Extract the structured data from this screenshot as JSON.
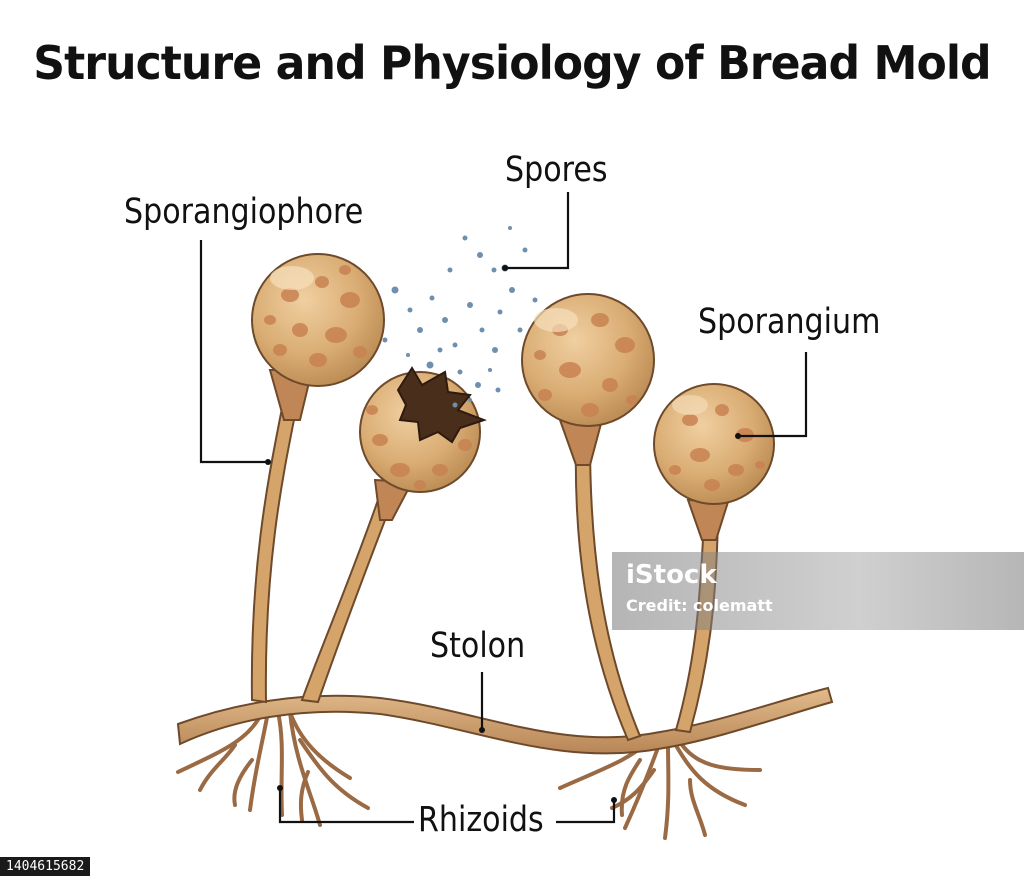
{
  "title": "Structure and Physiology of Bread Mold",
  "labels": {
    "spores": "Spores",
    "sporangiophore": "Sporangiophore",
    "sporangium": "Sporangium",
    "stolon": "Stolon",
    "rhizoids": "Rhizoids"
  },
  "watermark": {
    "brand": "iStock",
    "credit": "Credit: colematt"
  },
  "stock_id": "1404615682",
  "colors": {
    "sporangium_fill": "#D9AC73",
    "sporangium_spots": "#C98252",
    "stalk": "#CF9E63",
    "stolon": "#C79766",
    "outline": "#6E4A2B",
    "spore": "#6F8FAE"
  }
}
